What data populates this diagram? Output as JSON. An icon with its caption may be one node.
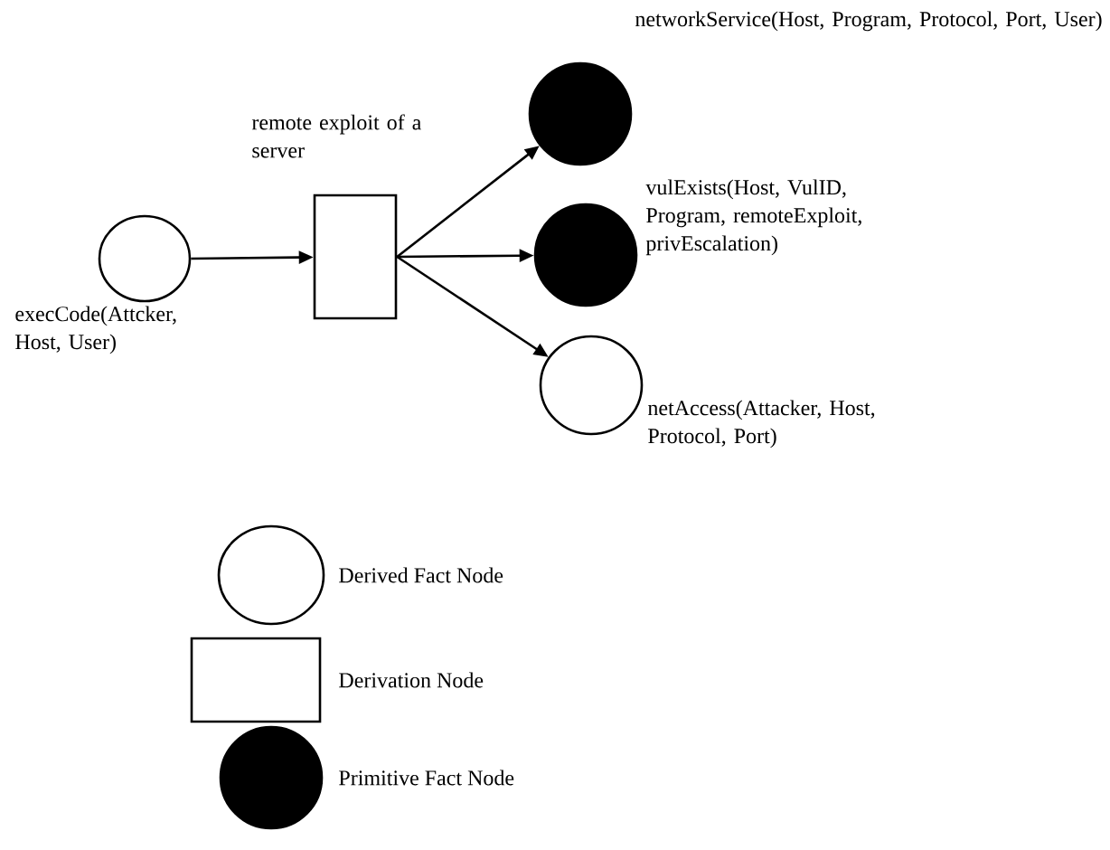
{
  "diagram": {
    "nodes": [
      {
        "text": [],
        "shape": "circle",
        "beside": [
          "execCode(Attcker, Host, User)"
        ]
      },
      {
        "text": [],
        "shape": "box",
        "beside": [
          "remote exploit of a server"
        ]
      },
      {
        "text": [],
        "shape": "disc",
        "beside": [
          "networkService(Host, Program, Protocol, Port, User)"
        ]
      },
      {
        "text": [],
        "shape": "disc",
        "beside": [
          "vulExists(Host, VulID, Program, remoteExploit, privEscalation)"
        ]
      },
      {
        "text": [],
        "shape": "circle",
        "beside": [
          "netAccess(Attacker, Host, Protocol, Port)"
        ]
      }
    ],
    "edges": [
      {
        "from": 0,
        "to": 1,
        "arrow": "to"
      },
      {
        "from": 1,
        "to": 2,
        "arrow": "to"
      },
      {
        "from": 1,
        "to": 3,
        "arrow": "to"
      },
      {
        "from": 1,
        "to": 4,
        "arrow": "to"
      }
    ],
    "legend": [
      {
        "text": "Derived Fact Node"
      },
      {
        "text": "Derivation Node"
      },
      {
        "text": "Primitive Fact Node"
      }
    ]
  }
}
